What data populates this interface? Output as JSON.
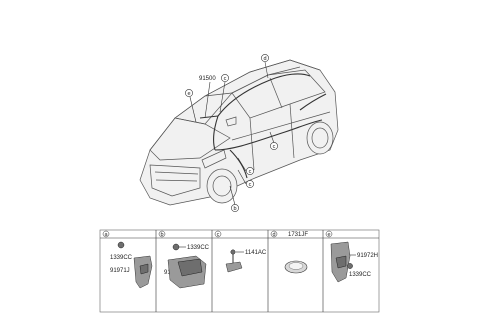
{
  "diagram": {
    "main_labels": {
      "part_91500": "91500"
    },
    "callouts": {
      "top_d": "d",
      "c_upper": "c",
      "e_left": "e",
      "c_mid": "c",
      "c_lower": "c",
      "b": "b",
      "c_right": "c"
    },
    "detail_panels": [
      {
        "letter": "a",
        "parts": [
          "1339CC",
          "91971J"
        ]
      },
      {
        "letter": "b",
        "parts": [
          "1339CC",
          "91973J"
        ]
      },
      {
        "letter": "c",
        "parts": [
          "1141AC"
        ]
      },
      {
        "letter": "d",
        "parts": [
          "1731JF"
        ]
      },
      {
        "letter": "e",
        "parts": [
          "91972H",
          "1339CC"
        ]
      }
    ]
  }
}
